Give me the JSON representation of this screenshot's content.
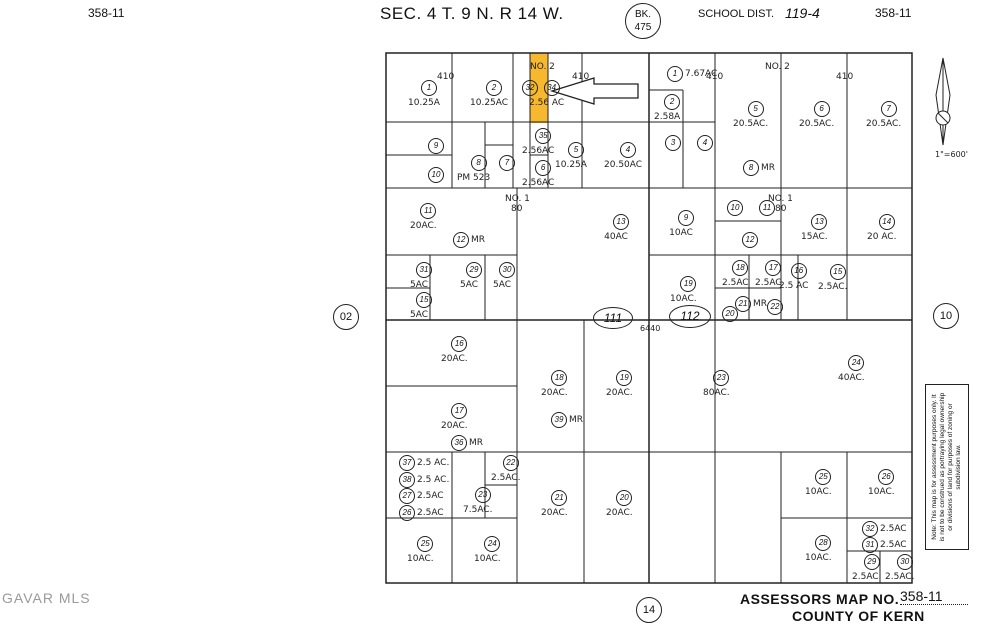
{
  "header": {
    "page_left": "358-11",
    "page_right": "358-11",
    "title": "SEC. 4  T. 9  N. R 14 W.",
    "book_label": "BK.",
    "book_number": "475",
    "school_dist": "SCHOOL  DIST.",
    "school_dist_value": "119-4"
  },
  "adjacent_maps": {
    "west": "02",
    "east": "10",
    "south": "14"
  },
  "road_labels": {
    "left": "111",
    "right": "112"
  },
  "scale": "1\"=600'",
  "footer": {
    "assessors_map_label": "ASSESSORS MAP NO.",
    "assessors_map_value": "358-11",
    "county": "COUNTY OF KERN"
  },
  "watermark": "GAVAR MLS",
  "note": "Note: This map is for assessment purposes only. It is not to be construed as portraying legal ownership or divisions of land for purposes of zoning or subdivision law.",
  "highlight_color": "#f5b82e",
  "corner_labels": {
    "no2_left": "NO. 2",
    "no2_right": "NO. 2",
    "no1_left": "NO. 1",
    "no1_right": "NO. 1",
    "d410_a": "410",
    "d410_b": "410",
    "d410_c": "410",
    "d410_d": "410",
    "d80_a": "80",
    "d80_b": "80",
    "d6440": "6440"
  },
  "parcels": [
    {
      "id": "nw-1",
      "num": "1",
      "area": "10.25A"
    },
    {
      "id": "nw-2",
      "num": "2",
      "area": "10.25AC"
    },
    {
      "id": "nw-32",
      "num": "32",
      "area": ""
    },
    {
      "id": "nw-34",
      "num": "34",
      "area": "2.56 AC"
    },
    {
      "id": "nw-35",
      "num": "35",
      "area": "2.56AC"
    },
    {
      "id": "nw-5",
      "num": "5",
      "area": "10.25A"
    },
    {
      "id": "nw-4",
      "num": "4",
      "area": "20.50AC"
    },
    {
      "id": "nw-6",
      "num": "6",
      "area": "2.56AC"
    },
    {
      "id": "nw-9",
      "num": "9",
      "area": ""
    },
    {
      "id": "nw-10",
      "num": "10",
      "area": ""
    },
    {
      "id": "nw-8",
      "num": "8",
      "area": "PM 523"
    },
    {
      "id": "nw-7",
      "num": "7",
      "area": ""
    },
    {
      "id": "nw-11",
      "num": "11",
      "area": "20AC."
    },
    {
      "id": "nw-12",
      "num": "12",
      "area": "MR"
    },
    {
      "id": "nw-13",
      "num": "13",
      "area": "40AC"
    },
    {
      "id": "nw-31",
      "num": "31",
      "area": "5AC"
    },
    {
      "id": "nw-29",
      "num": "29",
      "area": "5AC"
    },
    {
      "id": "nw-30",
      "num": "30",
      "area": "5AC"
    },
    {
      "id": "nw-15",
      "num": "15",
      "area": "5AC"
    },
    {
      "id": "ne-1",
      "num": "1",
      "area": "7.67AC"
    },
    {
      "id": "ne-2",
      "num": "2",
      "area": "2.58A"
    },
    {
      "id": "ne-3",
      "num": "3",
      "area": ""
    },
    {
      "id": "ne-4",
      "num": "4",
      "area": ""
    },
    {
      "id": "ne-5",
      "num": "5",
      "area": "20.5AC."
    },
    {
      "id": "ne-6",
      "num": "6",
      "area": "20.5AC."
    },
    {
      "id": "ne-7",
      "num": "7",
      "area": "20.5AC."
    },
    {
      "id": "ne-8",
      "num": "8",
      "area": "MR"
    },
    {
      "id": "ne-9",
      "num": "9",
      "area": "10AC"
    },
    {
      "id": "ne-10",
      "num": "10",
      "area": ""
    },
    {
      "id": "ne-11",
      "num": "11",
      "area": ""
    },
    {
      "id": "ne-12",
      "num": "12",
      "area": ""
    },
    {
      "id": "ne-13",
      "num": "13",
      "area": "15AC."
    },
    {
      "id": "ne-14",
      "num": "14",
      "area": "20 AC."
    },
    {
      "id": "ne-18",
      "num": "18",
      "area": "2.5AC"
    },
    {
      "id": "ne-17",
      "num": "17",
      "area": "2.5AC"
    },
    {
      "id": "ne-16",
      "num": "16",
      "area": "2.5 AC"
    },
    {
      "id": "ne-15",
      "num": "15",
      "area": "2.5AC."
    },
    {
      "id": "ne-19",
      "num": "19",
      "area": "10AC."
    },
    {
      "id": "ne-20",
      "num": "20",
      "area": ""
    },
    {
      "id": "ne-21",
      "num": "21",
      "area": "MR"
    },
    {
      "id": "ne-22",
      "num": "22",
      "area": ""
    },
    {
      "id": "sw-16",
      "num": "16",
      "area": "20AC."
    },
    {
      "id": "sw-17",
      "num": "17",
      "area": "20AC."
    },
    {
      "id": "sw-36",
      "num": "36",
      "area": "MR"
    },
    {
      "id": "sw-18",
      "num": "18",
      "area": "20AC."
    },
    {
      "id": "sw-39",
      "num": "39",
      "area": "MR"
    },
    {
      "id": "sw-19",
      "num": "19",
      "area": "20AC."
    },
    {
      "id": "sw-37",
      "num": "37",
      "area": "2.5 AC."
    },
    {
      "id": "sw-38",
      "num": "38",
      "area": "2.5 AC."
    },
    {
      "id": "sw-27",
      "num": "27",
      "area": "2.5AC"
    },
    {
      "id": "sw-26",
      "num": "26",
      "area": "2.5AC"
    },
    {
      "id": "sw-22",
      "num": "22",
      "area": "2.5AC."
    },
    {
      "id": "sw-23",
      "num": "23",
      "area": "7.5AC."
    },
    {
      "id": "sw-21",
      "num": "21",
      "area": "20AC."
    },
    {
      "id": "sw-20",
      "num": "20",
      "area": "20AC."
    },
    {
      "id": "sw-25",
      "num": "25",
      "area": "10AC."
    },
    {
      "id": "sw-24",
      "num": "24",
      "area": "10AC."
    },
    {
      "id": "se-23",
      "num": "23",
      "area": "80AC."
    },
    {
      "id": "se-24",
      "num": "24",
      "area": "40AC."
    },
    {
      "id": "se-25",
      "num": "25",
      "area": "10AC."
    },
    {
      "id": "se-26",
      "num": "26",
      "area": "10AC."
    },
    {
      "id": "se-28",
      "num": "28",
      "area": "10AC."
    },
    {
      "id": "se-32",
      "num": "32",
      "area": "2.5AC"
    },
    {
      "id": "se-31",
      "num": "31",
      "area": "2.5AC"
    },
    {
      "id": "se-29",
      "num": "29",
      "area": "2.5AC."
    },
    {
      "id": "se-30",
      "num": "30",
      "area": "2.5AC."
    }
  ]
}
